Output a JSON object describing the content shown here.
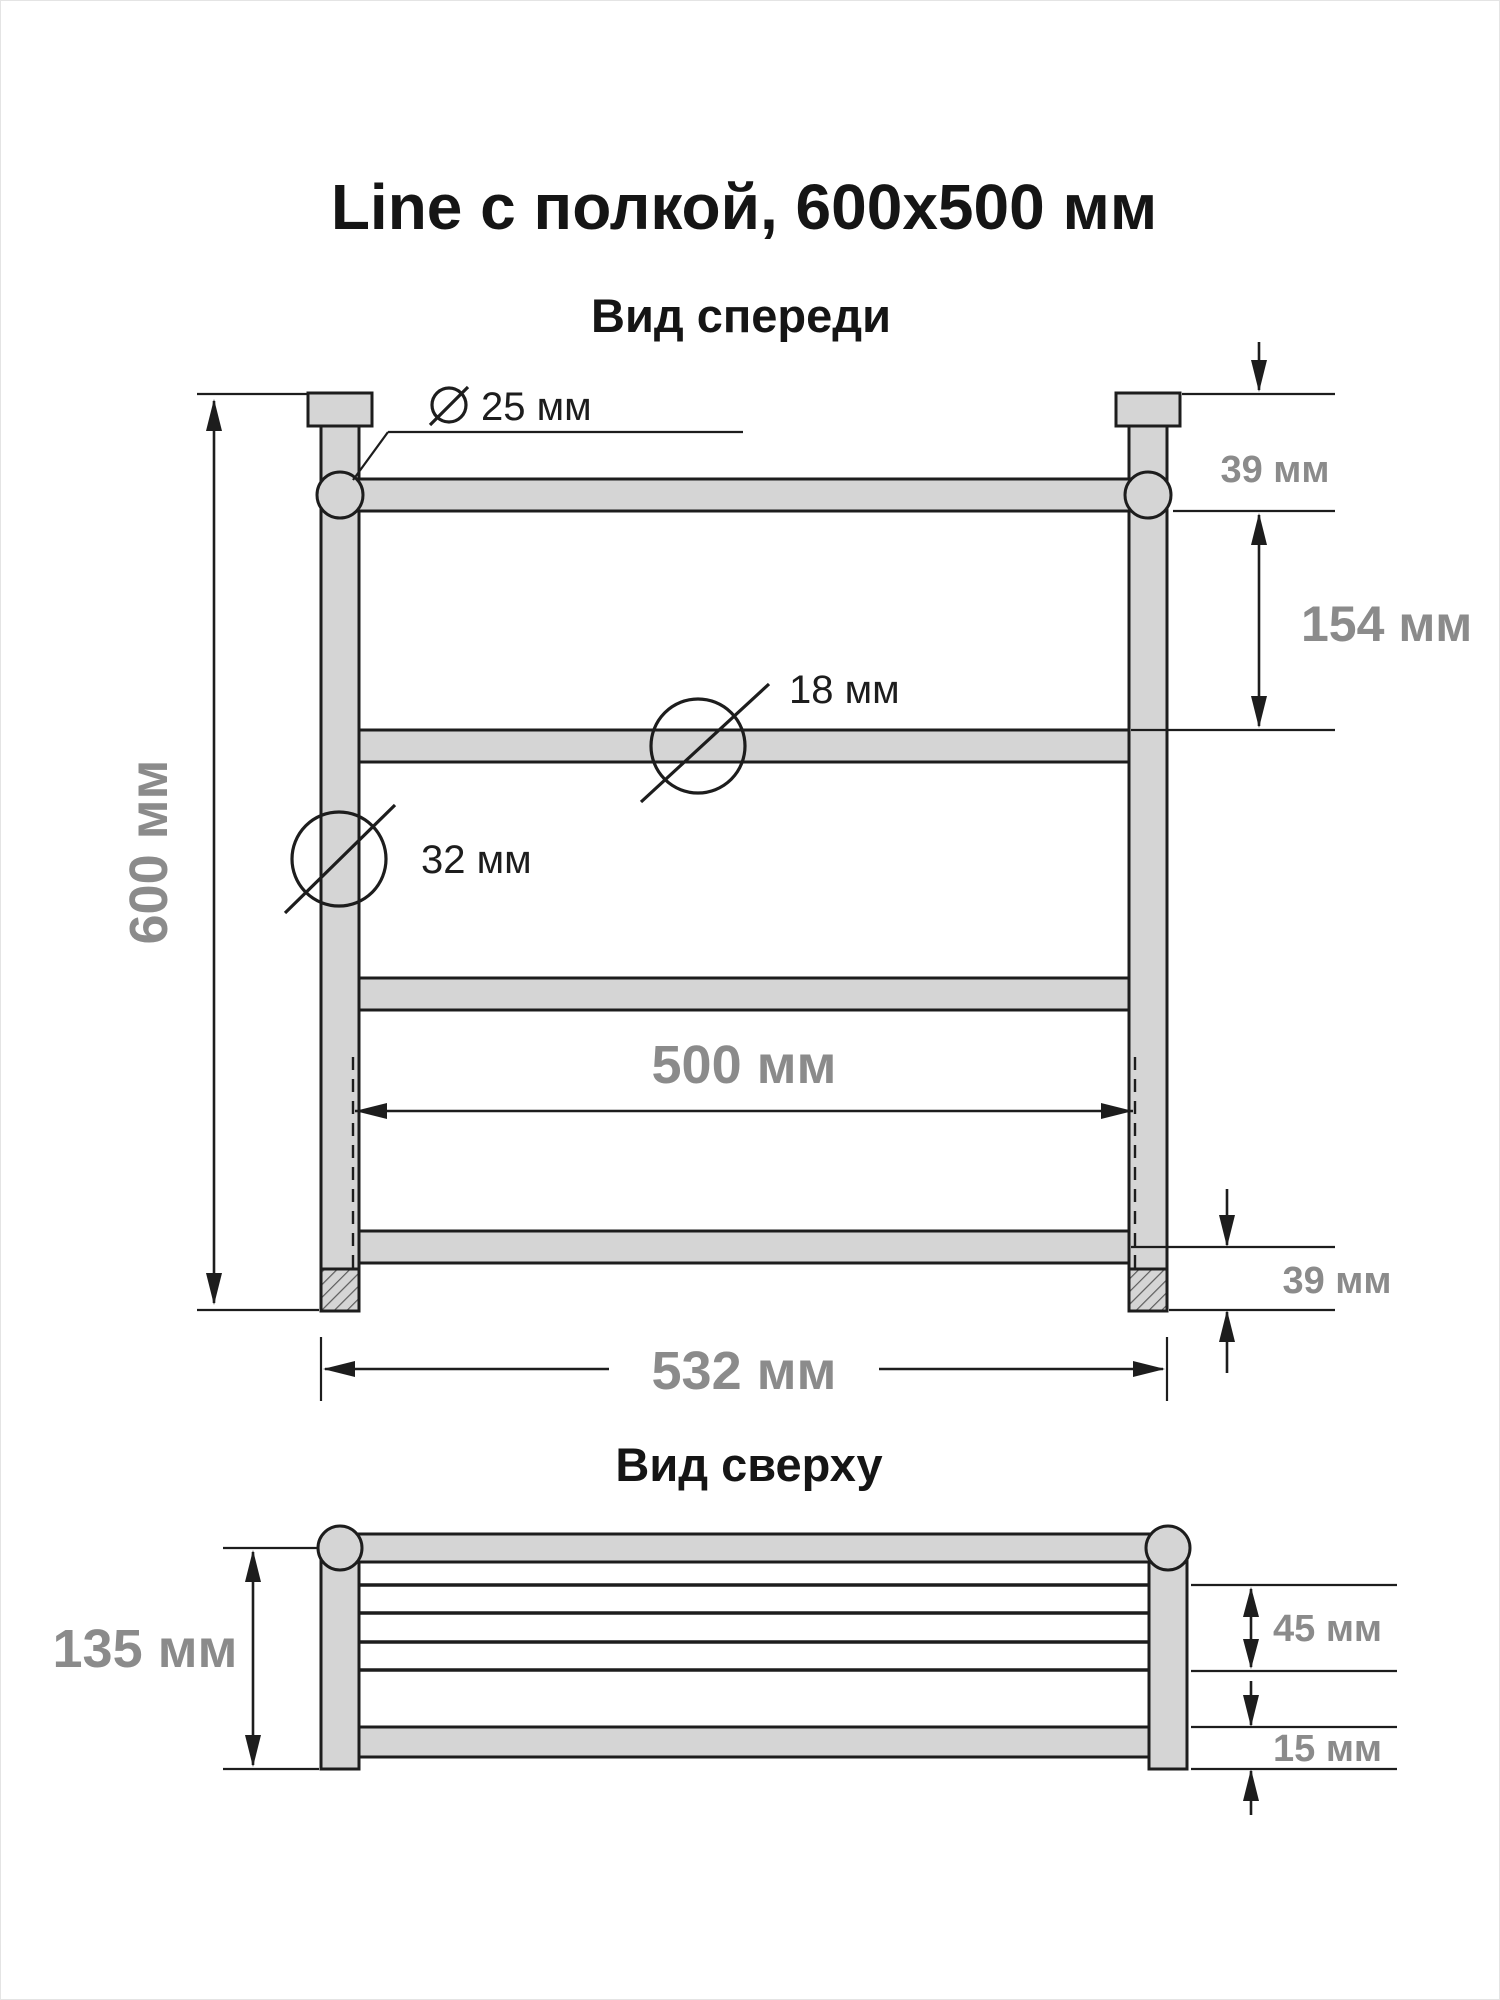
{
  "title": "Line с полкой, 600x500 мм",
  "colors": {
    "background": "#ffffff",
    "outline": "#1d1d1d",
    "tube_fill": "#d5d5d5",
    "dimension_text": "#8b8b8b",
    "callout_text": "#1d1d1d"
  },
  "front_view": {
    "heading": "Вид спереди",
    "callouts": {
      "collar_diameter": "25 мм",
      "rail_diameter": "18 мм",
      "post_diameter": "32 мм"
    },
    "dimensions": {
      "height": "600 мм",
      "top_offset": "39 мм",
      "rail_pitch": "154 мм",
      "rail_length": "500 мм",
      "bottom_offset": "39 мм",
      "overall_width": "532 мм"
    }
  },
  "top_view": {
    "heading": "Вид сверху",
    "dimensions": {
      "depth": "135 мм",
      "shelf_depth": "45 мм",
      "rail_offset": "15 мм"
    }
  }
}
